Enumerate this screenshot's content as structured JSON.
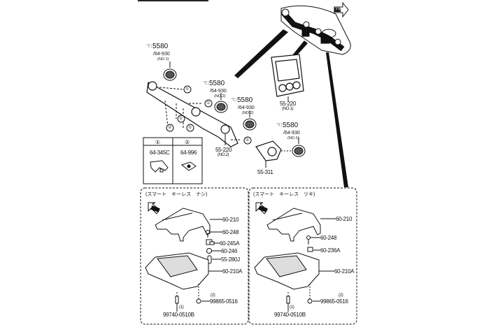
{
  "diagram": {
    "refs": [
      {
        "ref_no": "5580",
        "part": "/64-930",
        "note": "(NO.1)"
      },
      {
        "ref_no": "5580",
        "part": "/64-930",
        "note": "(NO.2)"
      },
      {
        "ref_no": "5580",
        "part": "/64-930",
        "note": "(NO.2)"
      },
      {
        "ref_no": "5580",
        "part": "/64-930",
        "note": "(NO.1)"
      }
    ],
    "panel_upper": {
      "part": "55-220",
      "note": "(NO.1)"
    },
    "panel_lower": {
      "part": "55-220",
      "note": "(NO.2)"
    },
    "bezel": "55-311",
    "fastener_table": {
      "headers": [
        "①",
        "②"
      ],
      "parts": [
        "64-345C",
        "64-996"
      ]
    },
    "callout_1": "①",
    "callout_2": "②",
    "left_box": {
      "title": "(スマート　キーレス　ナシ)",
      "arrow": "FWD",
      "labels": [
        "60-210",
        "60-248",
        "60-245A",
        "60-246",
        "55-280J",
        "60-210A"
      ],
      "screw_1": {
        "part": "99740-0510B",
        "qty": "(1)"
      },
      "screw_2": {
        "part": "99865-0516",
        "qty": "(2)"
      }
    },
    "right_box": {
      "title": "(スマート　キーレス　ツキ)",
      "arrow": "FWD",
      "labels": [
        "60-210",
        "60-248",
        "60-236A",
        "60-210A"
      ],
      "screw_1": {
        "part": "99740-0510B",
        "qty": "(1)"
      },
      "screw_2": {
        "part": "99865-0516",
        "qty": "(2)"
      }
    },
    "top_arrow": "FWD"
  }
}
